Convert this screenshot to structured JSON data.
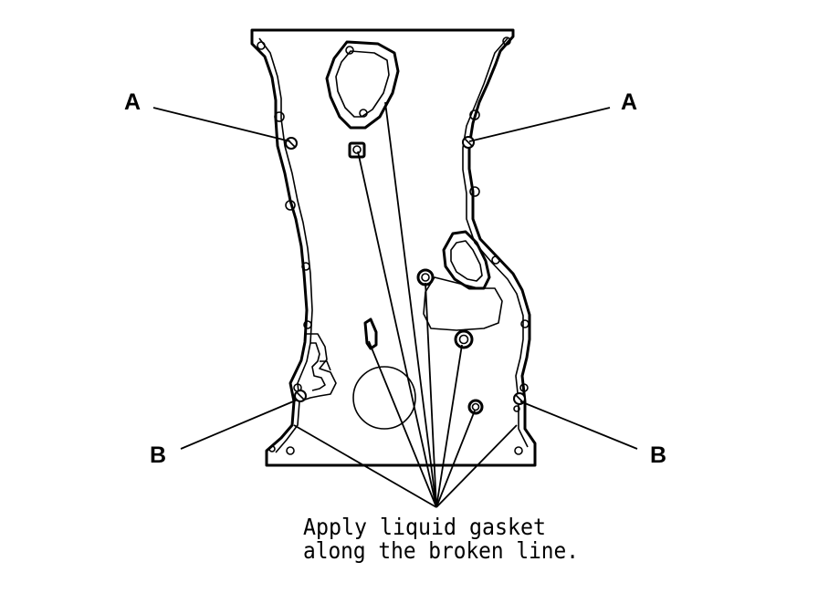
{
  "labels": {
    "a_left": "A",
    "a_right": "A",
    "b_left": "B",
    "b_right": "B"
  },
  "caption": {
    "line1": "Apply liquid gasket",
    "line2": "along the broken line."
  }
}
